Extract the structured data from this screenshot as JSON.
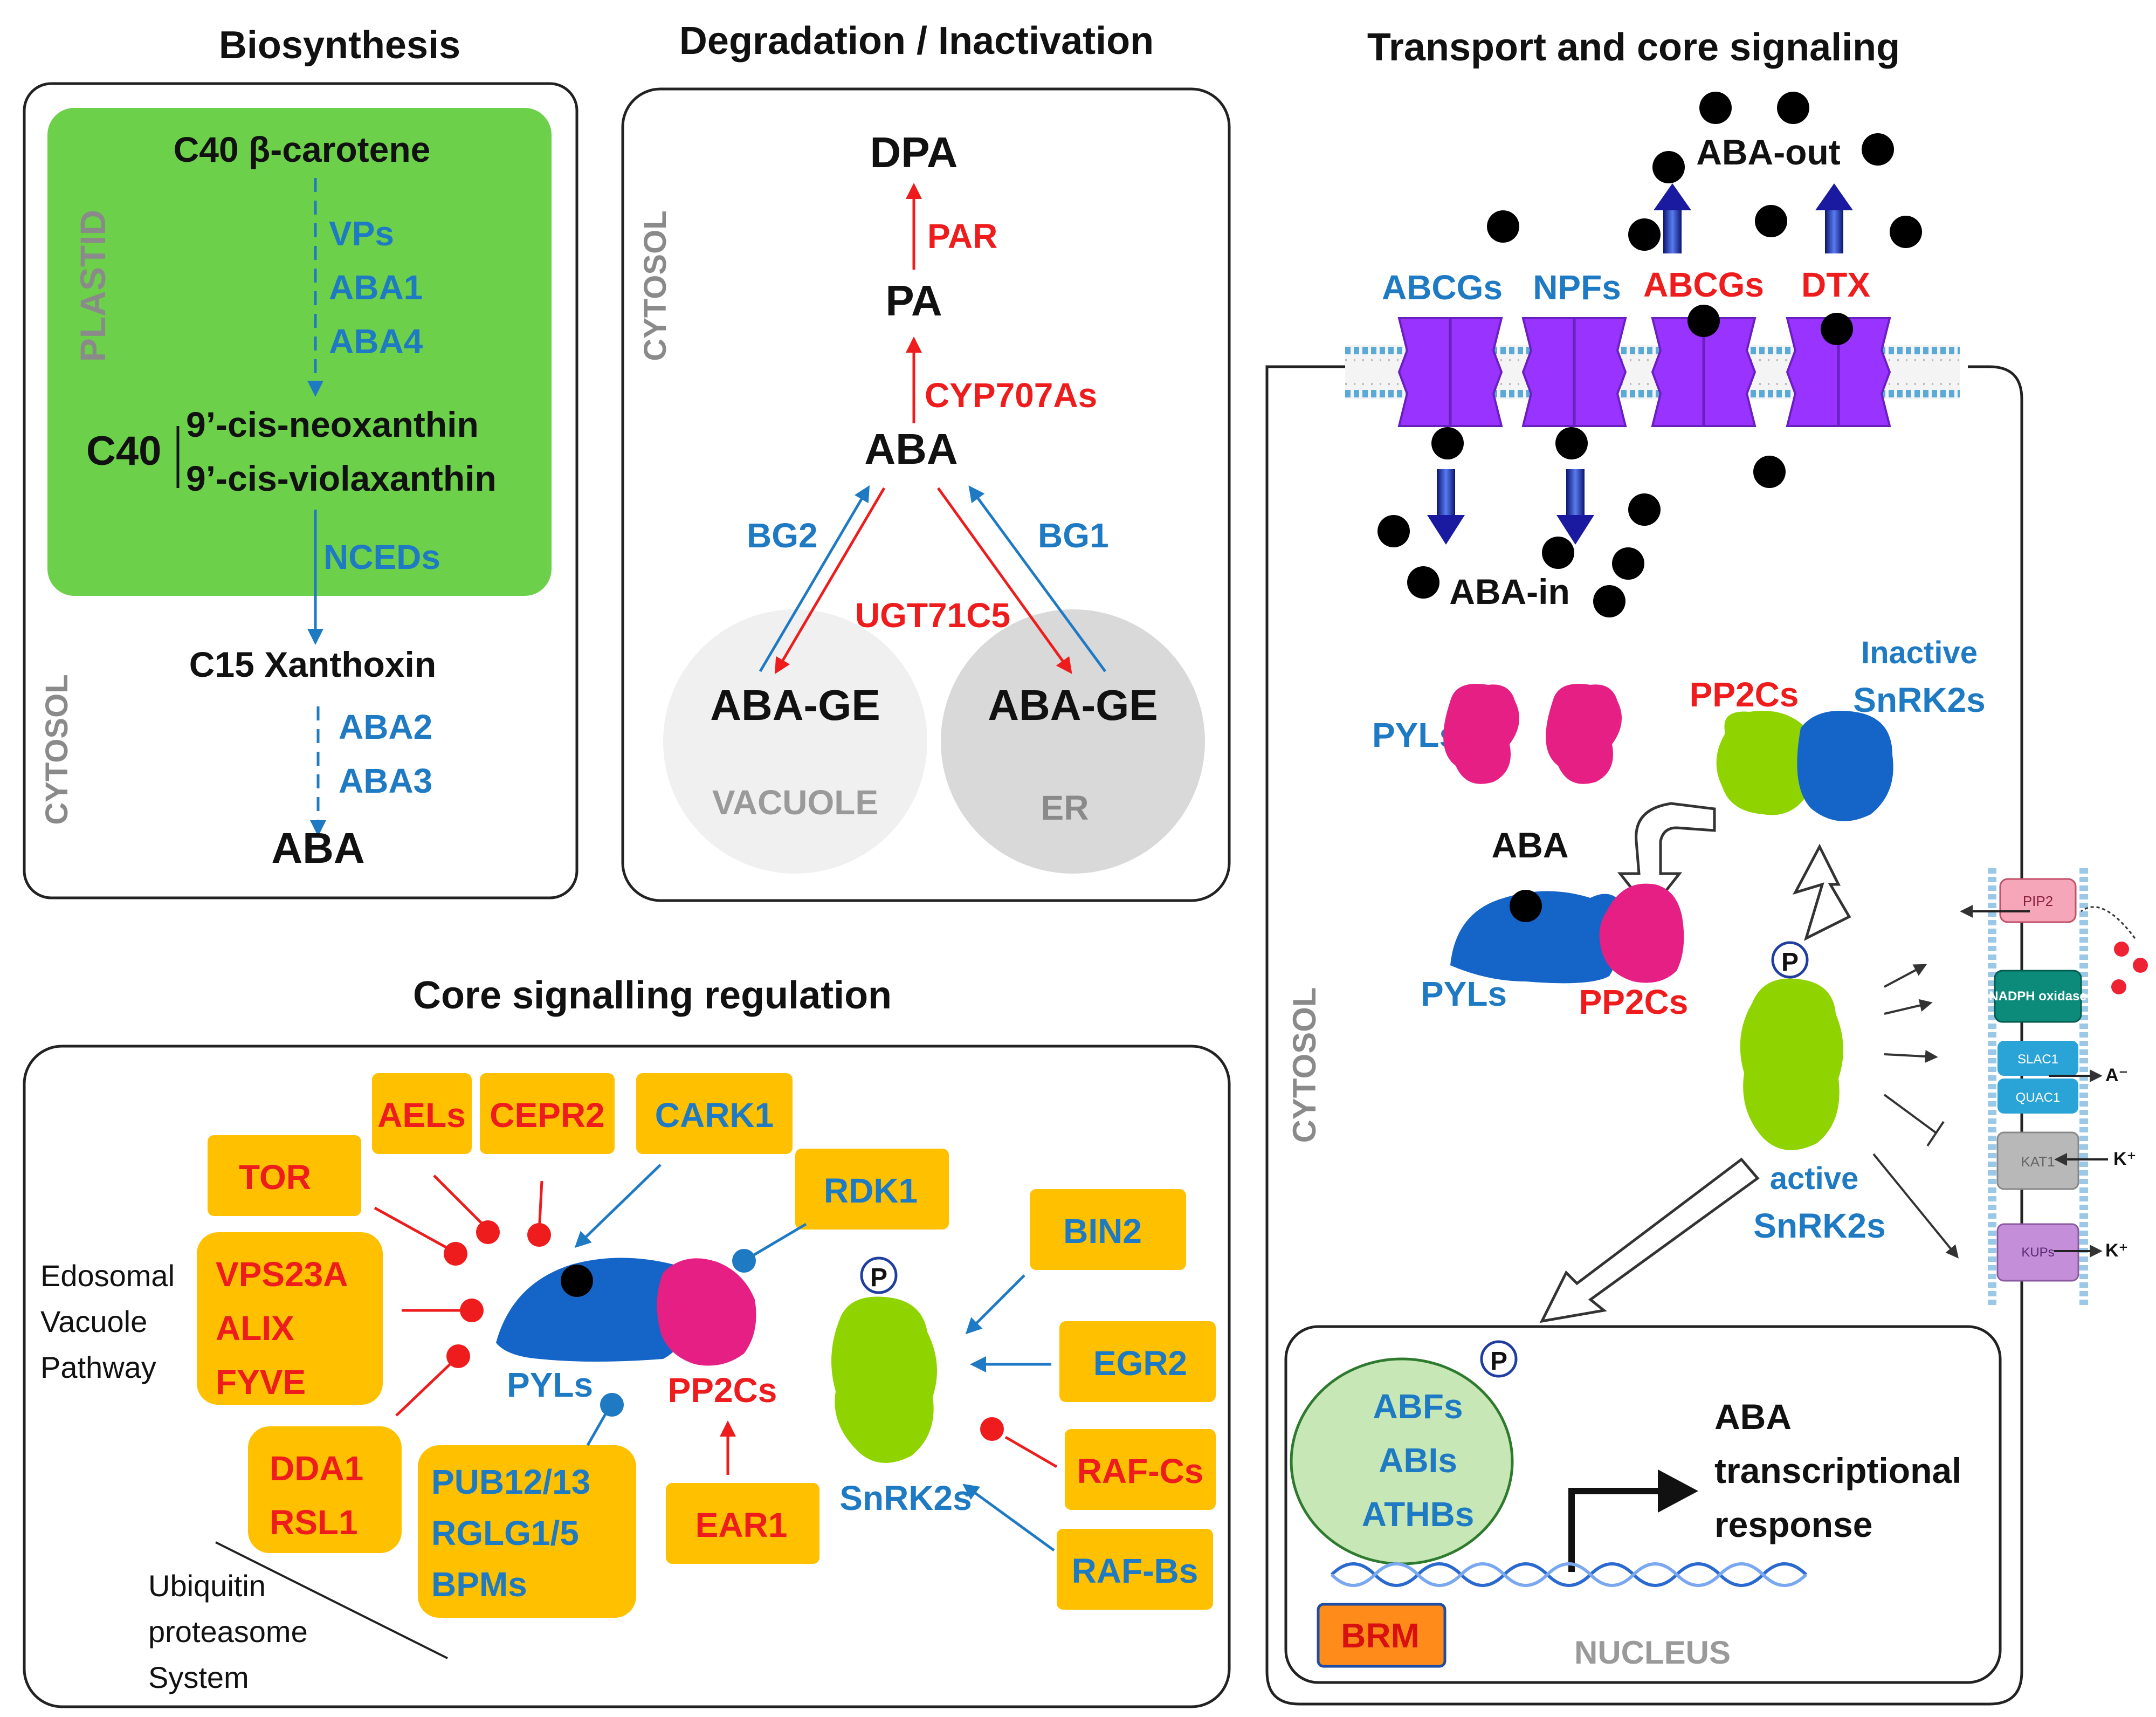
{
  "titles": {
    "biosynthesis": "Biosynthesis",
    "degradation": "Degradation / Inactivation",
    "transport": "Transport and core signaling",
    "core_reg": "Core signalling regulation"
  },
  "biosynthesis": {
    "beta_carotene": "C40 β-carotene",
    "plastid": "PLASTID",
    "enz1": [
      "VPs",
      "ABA1",
      "ABA4"
    ],
    "c40": "C40",
    "neoxanthin": "9’-cis-neoxanthin",
    "violaxanthin": "9’-cis-violaxanthin",
    "nceds": "NCEDs",
    "xanthoxin": "C15 Xanthoxin",
    "enz2": [
      "ABA2",
      "ABA3"
    ],
    "aba": "ABA",
    "cytosol": "CYTOSOL"
  },
  "degradation": {
    "cytosol": "CYTOSOL",
    "dpa": "DPA",
    "par": "PAR",
    "pa": "PA",
    "cyp": "CYP707As",
    "aba": "ABA",
    "bg2": "BG2",
    "bg1": "BG1",
    "ugt": "UGT71C5",
    "abage_left": "ABA-GE",
    "abage_right": "ABA-GE",
    "vacuole": "VACUOLE",
    "er": "ER"
  },
  "transport": {
    "aba_out": "ABA-out",
    "abcgs_blue": "ABCGs",
    "npfs": "NPFs",
    "abcgs_red": "ABCGs",
    "dtx": "DTX",
    "aba_in": "ABA-in",
    "inactive": "Inactive",
    "snrk2s_top": "SnRK2s",
    "pyls_top": "PYLs",
    "pp2cs_top": "PP2Cs",
    "aba_complex": "ABA",
    "pyls_bottom": "PYLs",
    "pp2cs_bottom": "PP2Cs",
    "p_mark": "P",
    "active": "active",
    "snrk2s_active": "SnRK2s",
    "cytosol": "CYTOSOL",
    "channels": [
      "PIP2",
      "NADPH oxidase",
      "SLAC1",
      "QUAC1",
      "KAT1",
      "KUPs"
    ],
    "ions": [
      "A⁻",
      "K⁺",
      "K⁺"
    ]
  },
  "nucleus": {
    "p_mark": "P",
    "tfs": [
      "ABFs",
      "ABIs",
      "ATHBs"
    ],
    "response": [
      "ABA",
      "transcriptional",
      "response"
    ],
    "brm": "BRM",
    "label": "NUCLEUS"
  },
  "core_reg": {
    "boxes": {
      "aels": "AELs",
      "cepr2": "CEPR2",
      "cark1": "CARK1",
      "tor": "TOR",
      "rdk1": "RDK1",
      "bin2": "BIN2",
      "vps": [
        "VPS23A",
        "ALIX",
        "FYVE"
      ],
      "egr2": "EGR2",
      "dda": [
        "DDA1",
        "RSL1"
      ],
      "pub": [
        "PUB12/13",
        "RGLG1/5",
        "BPMs"
      ],
      "ear1": "EAR1",
      "rafcs": "RAF-Cs",
      "rafbs": "RAF-Bs"
    },
    "endosomal": [
      "Edosomal",
      "Vacuole",
      "Pathway"
    ],
    "ubiquitin": [
      "Ubiquitin",
      "proteasome",
      "System"
    ],
    "pyls": "PYLs",
    "pp2cs": "PP2Cs",
    "snrk2s": "SnRK2s",
    "p_mark": "P"
  },
  "colors": {
    "blue": "#1f7ac4",
    "red": "#ee1c1c",
    "orange_box": "#ffc000",
    "plastid_green": "#6dd04b",
    "transporter_purple": "#9933ff",
    "snrk_green": "#8fd400",
    "pyl_blue": "#1565c8",
    "pp2c_pink": "#e61f84"
  }
}
